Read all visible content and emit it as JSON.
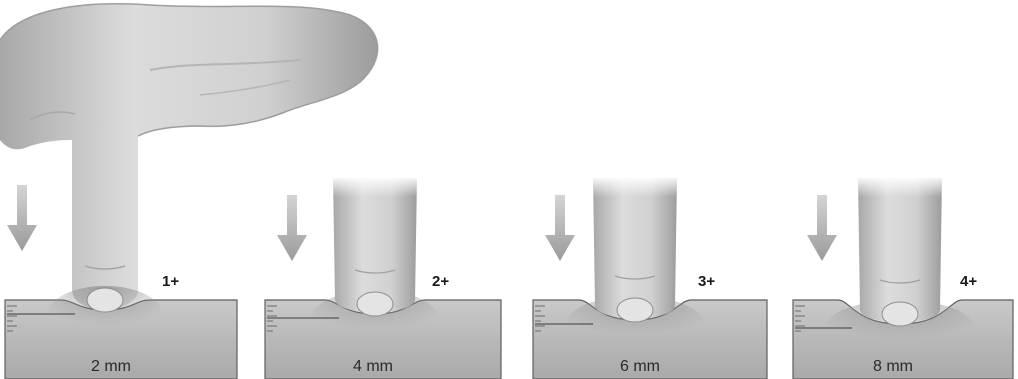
{
  "panels": [
    {
      "grade": "1+",
      "depth": "2 mm"
    },
    {
      "grade": "2+",
      "depth": "4 mm"
    },
    {
      "grade": "3+",
      "depth": "6 mm"
    },
    {
      "grade": "4+",
      "depth": "8 mm"
    }
  ]
}
